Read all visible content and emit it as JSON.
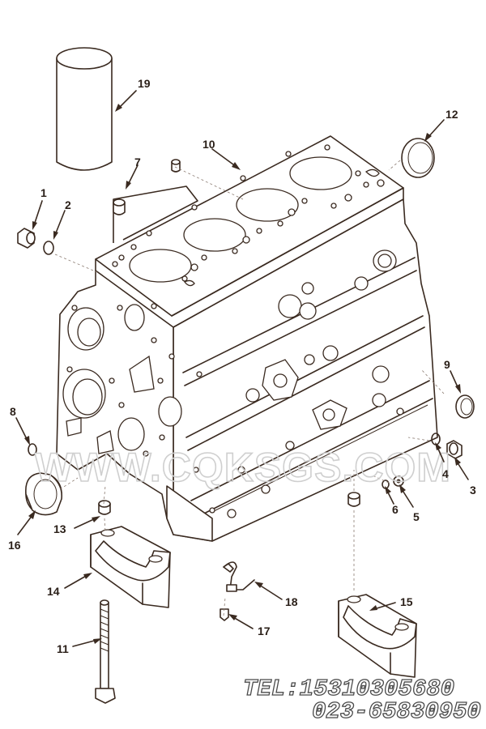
{
  "callouts": [
    {
      "num": "1"
    },
    {
      "num": "2"
    },
    {
      "num": "3"
    },
    {
      "num": "4"
    },
    {
      "num": "5"
    },
    {
      "num": "6"
    },
    {
      "num": "7"
    },
    {
      "num": "8"
    },
    {
      "num": "9"
    },
    {
      "num": "10"
    },
    {
      "num": "11"
    },
    {
      "num": "12"
    },
    {
      "num": "13"
    },
    {
      "num": "14"
    },
    {
      "num": "15"
    },
    {
      "num": "16"
    },
    {
      "num": "17"
    },
    {
      "num": "18"
    },
    {
      "num": "19"
    }
  ],
  "watermark": {
    "text": "WWW.CQKSGS.COM"
  },
  "contact": {
    "tel": "TEL:15310305680",
    "phone2": "023-65830950"
  }
}
